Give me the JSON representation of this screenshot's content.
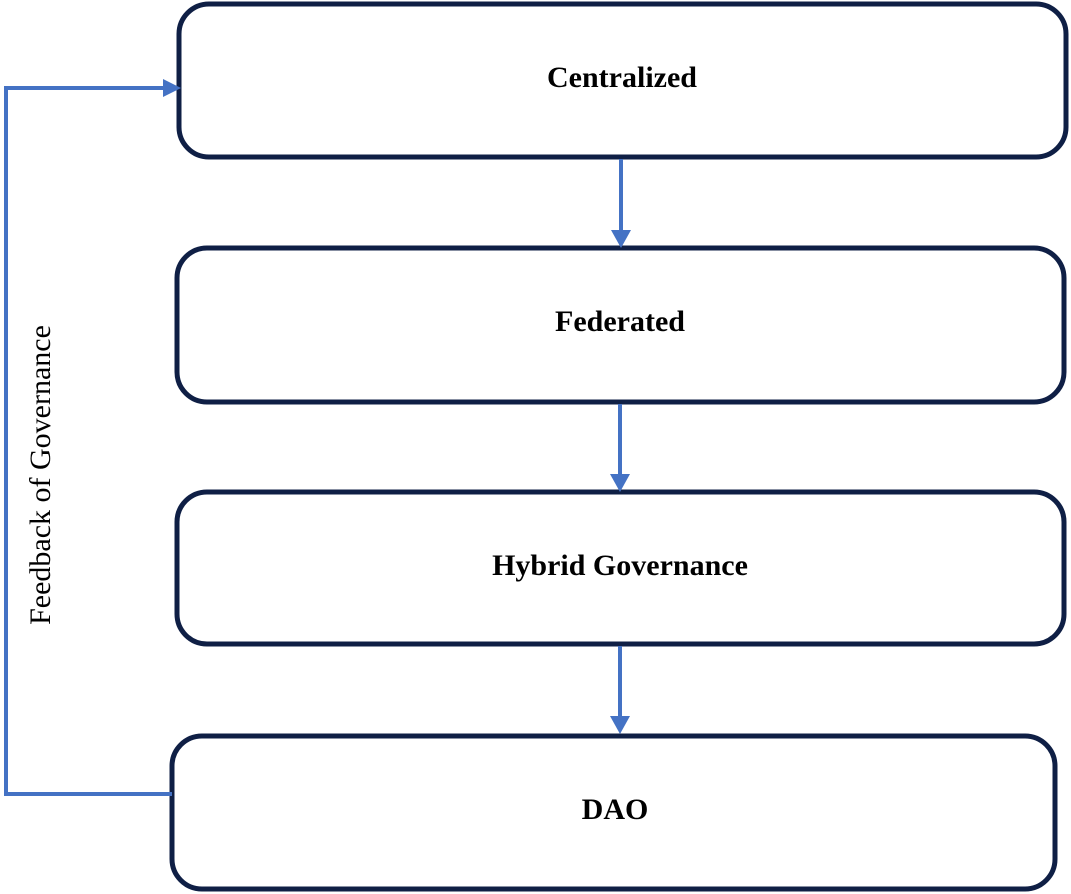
{
  "diagram": {
    "nodes": [
      {
        "id": "centralized",
        "label": "Centralized"
      },
      {
        "id": "federated",
        "label": "Federated"
      },
      {
        "id": "hybrid",
        "label": "Hybrid Governance"
      },
      {
        "id": "dao",
        "label": "DAO"
      }
    ],
    "feedback_label": "Feedback of Governance",
    "colors": {
      "box_border": "#0f1f45",
      "arrow": "#4472c4",
      "text": "#000000"
    }
  }
}
